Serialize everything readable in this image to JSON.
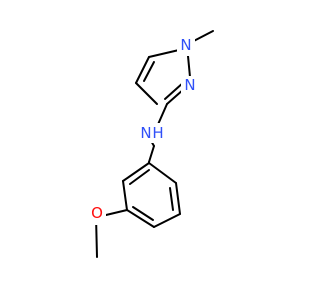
{
  "colors": {
    "background": "#ffffff",
    "carbon_bond": "#000000",
    "nitrogen": "#3050f8",
    "oxygen": "#ff0d0d"
  },
  "molecule": {
    "atoms": {
      "n1": {
        "element": "N",
        "label": "N",
        "color": "nitrogen"
      },
      "n2": {
        "element": "N",
        "label": "N",
        "color": "nitrogen"
      },
      "n_amine": {
        "element": "N",
        "label": "N",
        "label2": "H",
        "color": "nitrogen"
      },
      "o": {
        "element": "O",
        "label": "O",
        "color": "oxygen"
      }
    }
  }
}
